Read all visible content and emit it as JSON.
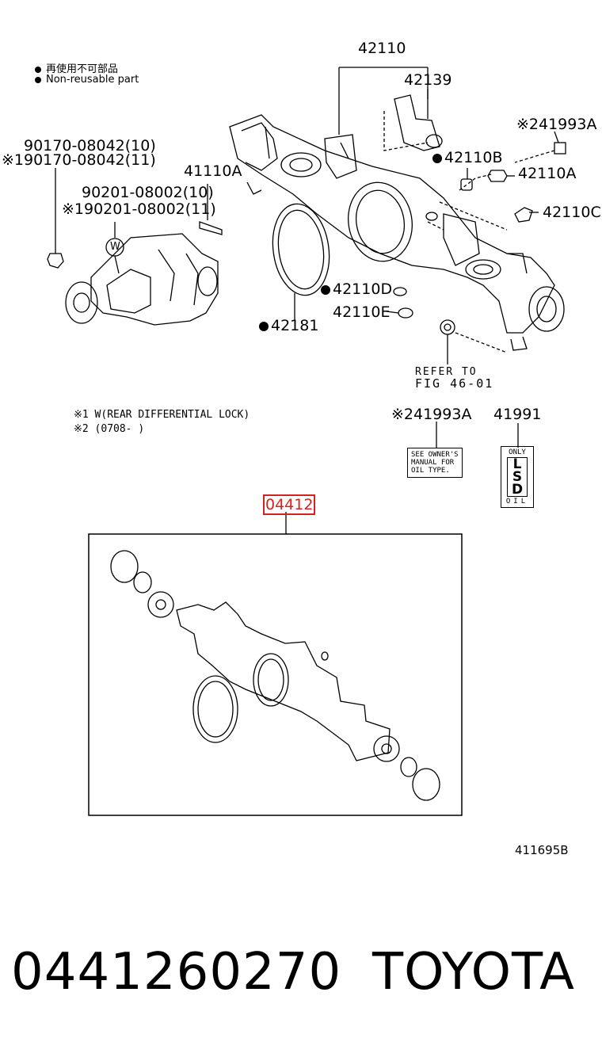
{
  "legend": {
    "jp": "再使用不可部品",
    "en": "Non-reusable part"
  },
  "callouts": {
    "p42110": "42110",
    "p42139": "42139",
    "p41993A_top": "※241993A",
    "p42110B": "42110B",
    "p42110A_right": "42110A",
    "p42110C": "42110C",
    "p90170_10": "90170-08042(10)",
    "p90170_11": "※190170-08042(11)",
    "p41110A": "41110A",
    "p90201_10": "90201-08002(10)",
    "p90201_11": "※190201-08002(11)",
    "w_mark": "W",
    "p42110D": "42110D",
    "p42110E": "42110E",
    "p42181": "42181",
    "refer_line1": "REFER TO",
    "refer_line2": "FIG 46-01"
  },
  "notes": {
    "n1": "※1 W(REAR DIFFERENTIAL LOCK)",
    "n2": "※2 (0708-   )"
  },
  "labels": {
    "p41993A_bottom": "※241993A",
    "p41991": "41991",
    "oil_label_l1": "SEE OWNER'S",
    "oil_label_l2": "MANUAL FOR",
    "oil_label_l3": "OIL TYPE.",
    "lsd_top": "ONLY",
    "lsd_letters": [
      "L",
      "S",
      "D"
    ],
    "lsd_bottom": "OIL"
  },
  "kit": {
    "part": "04412"
  },
  "diagram_id": "411695B",
  "footer": {
    "part_number": "0441260270",
    "brand": "TOYOTA"
  },
  "colors": {
    "highlight": "#d32222",
    "ink": "#000000"
  }
}
